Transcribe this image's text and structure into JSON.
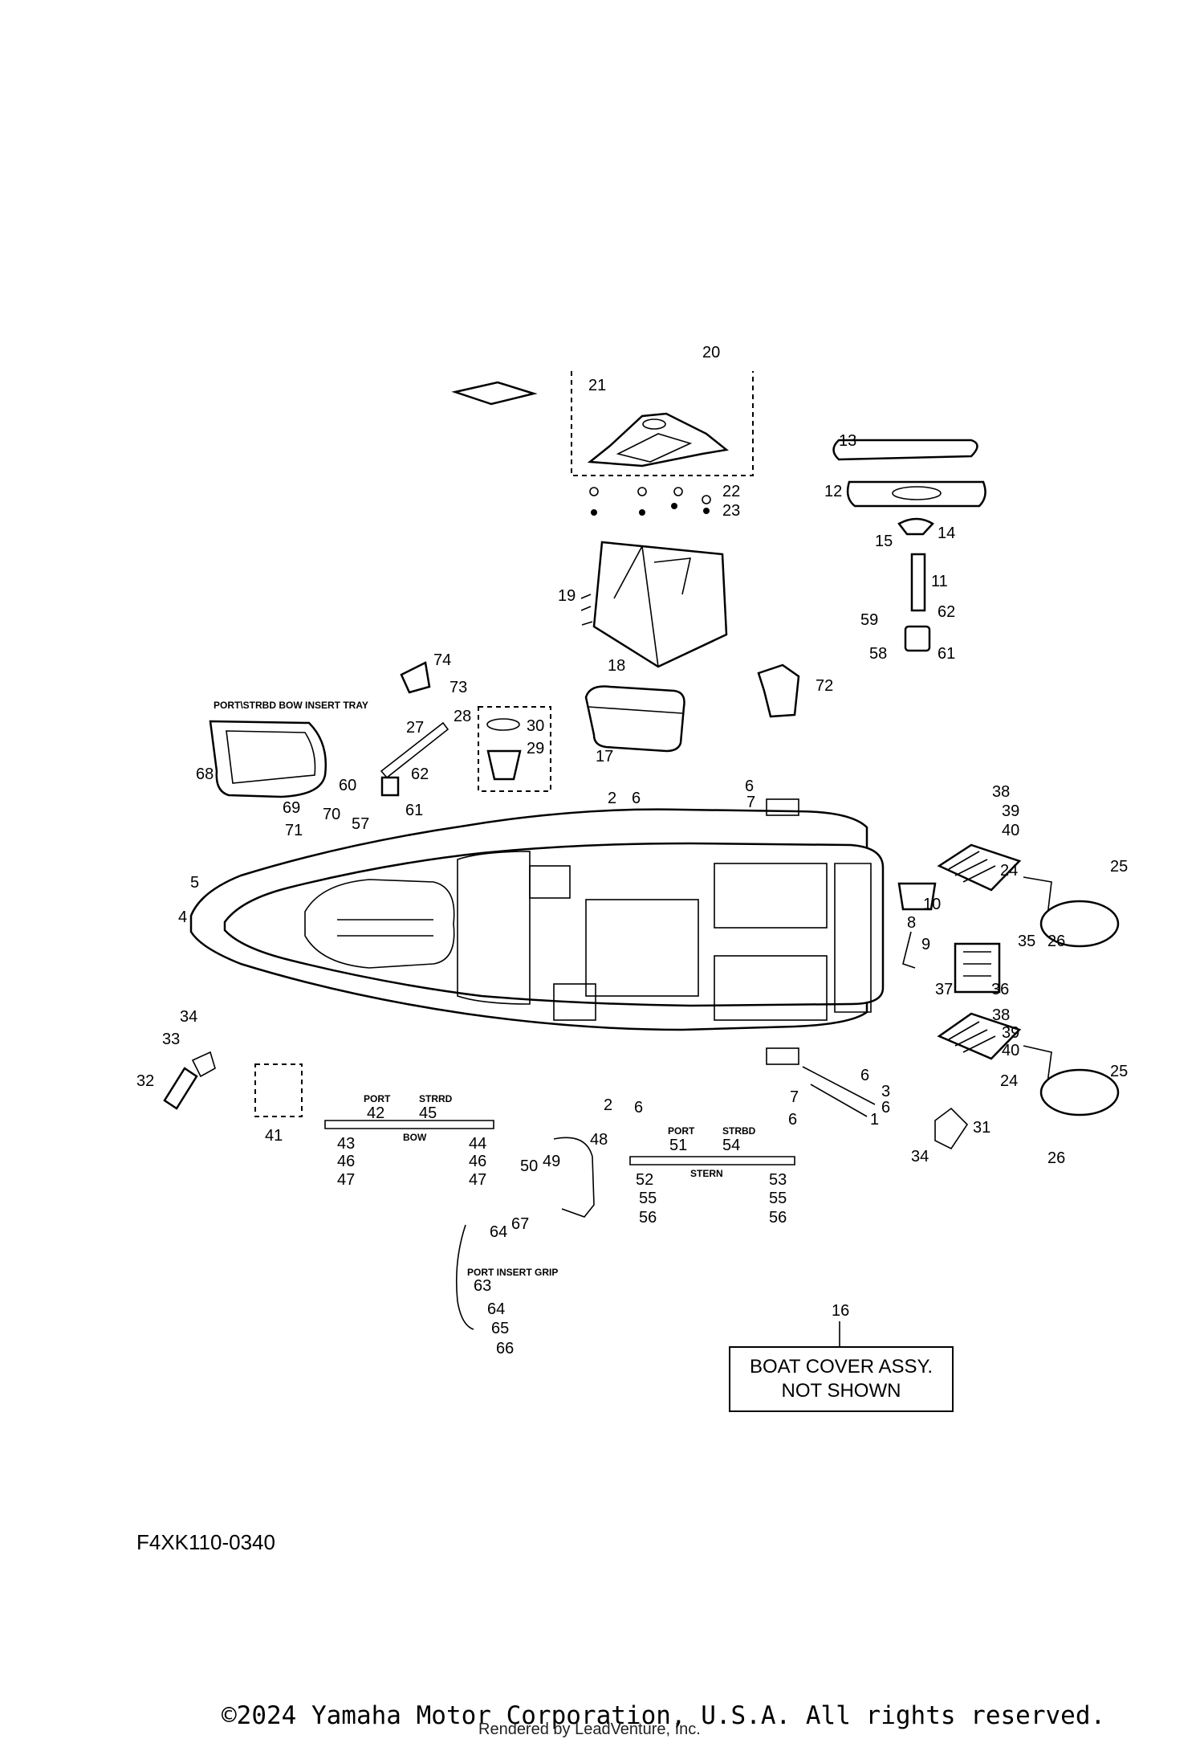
{
  "diagram": {
    "diagram_code": "F4XK110-0340",
    "note_box": {
      "callout": "16",
      "line1": "BOAT COVER ASSY.",
      "line2": "NOT SHOWN"
    },
    "section_labels": {
      "bow_insert_tray": "PORT\\STRBD BOW INSERT TRAY",
      "port_insert_grip": "PORT INSERT GRIP",
      "bow_port": "PORT",
      "bow_strbd": "STRRD",
      "bow": "BOW",
      "stern_port": "PORT",
      "stern_strbd": "STRBD",
      "stern": "STERN"
    },
    "callouts": {
      "c20": "20",
      "c21": "21",
      "c22": "22",
      "c23": "23",
      "c13": "13",
      "c12": "12",
      "c15": "15",
      "c14": "14",
      "c11": "11",
      "c19": "19",
      "c18": "18",
      "c59": "59",
      "c62a": "62",
      "c58": "58",
      "c61a": "61",
      "c74": "74",
      "c73": "73",
      "c72": "72",
      "c28": "28",
      "c30": "30",
      "c29": "29",
      "c27": "27",
      "c17": "17",
      "c68": "68",
      "c60": "60",
      "c62b": "62",
      "c69": "69",
      "c70": "70",
      "c71": "71",
      "c57": "57",
      "c61b": "61",
      "c2a": "2",
      "c6a": "6",
      "c6b": "6",
      "c7a": "7",
      "c38a": "38",
      "c39a": "39",
      "c40a": "40",
      "c24a": "24",
      "c25a": "25",
      "c26a": "26",
      "c10": "10",
      "c5": "5",
      "c4": "4",
      "c8": "8",
      "c9": "9",
      "c35": "35",
      "c37": "37",
      "c36": "36",
      "c34a": "34",
      "c33": "33",
      "c32": "32",
      "c41": "41",
      "c38b": "38",
      "c39b": "39",
      "c40b": "40",
      "c24b": "24",
      "c25b": "25",
      "c26b": "26",
      "c6c": "6",
      "c3": "3",
      "c6d": "6",
      "c1": "1",
      "c7b": "7",
      "c6e": "6",
      "c2b": "2",
      "c6f": "6",
      "c31": "31",
      "c34b": "34",
      "c42": "42",
      "c45": "45",
      "c43": "43",
      "c46a": "46",
      "c47a": "47",
      "c44": "44",
      "c46b": "46",
      "c47b": "47",
      "c48": "48",
      "c50": "50",
      "c49": "49",
      "c51": "51",
      "c54": "54",
      "c52": "52",
      "c55a": "55",
      "c56a": "56",
      "c53": "53",
      "c55b": "55",
      "c56b": "56",
      "c67": "67",
      "c64a": "64",
      "c63": "63",
      "c64b": "64",
      "c65": "65",
      "c66": "66"
    }
  },
  "footer": {
    "copyright": "©2024 Yamaha Motor Corporation, U.S.A. All rights reserved.",
    "rendered_by": "Rendered by LeadVenture, Inc."
  }
}
